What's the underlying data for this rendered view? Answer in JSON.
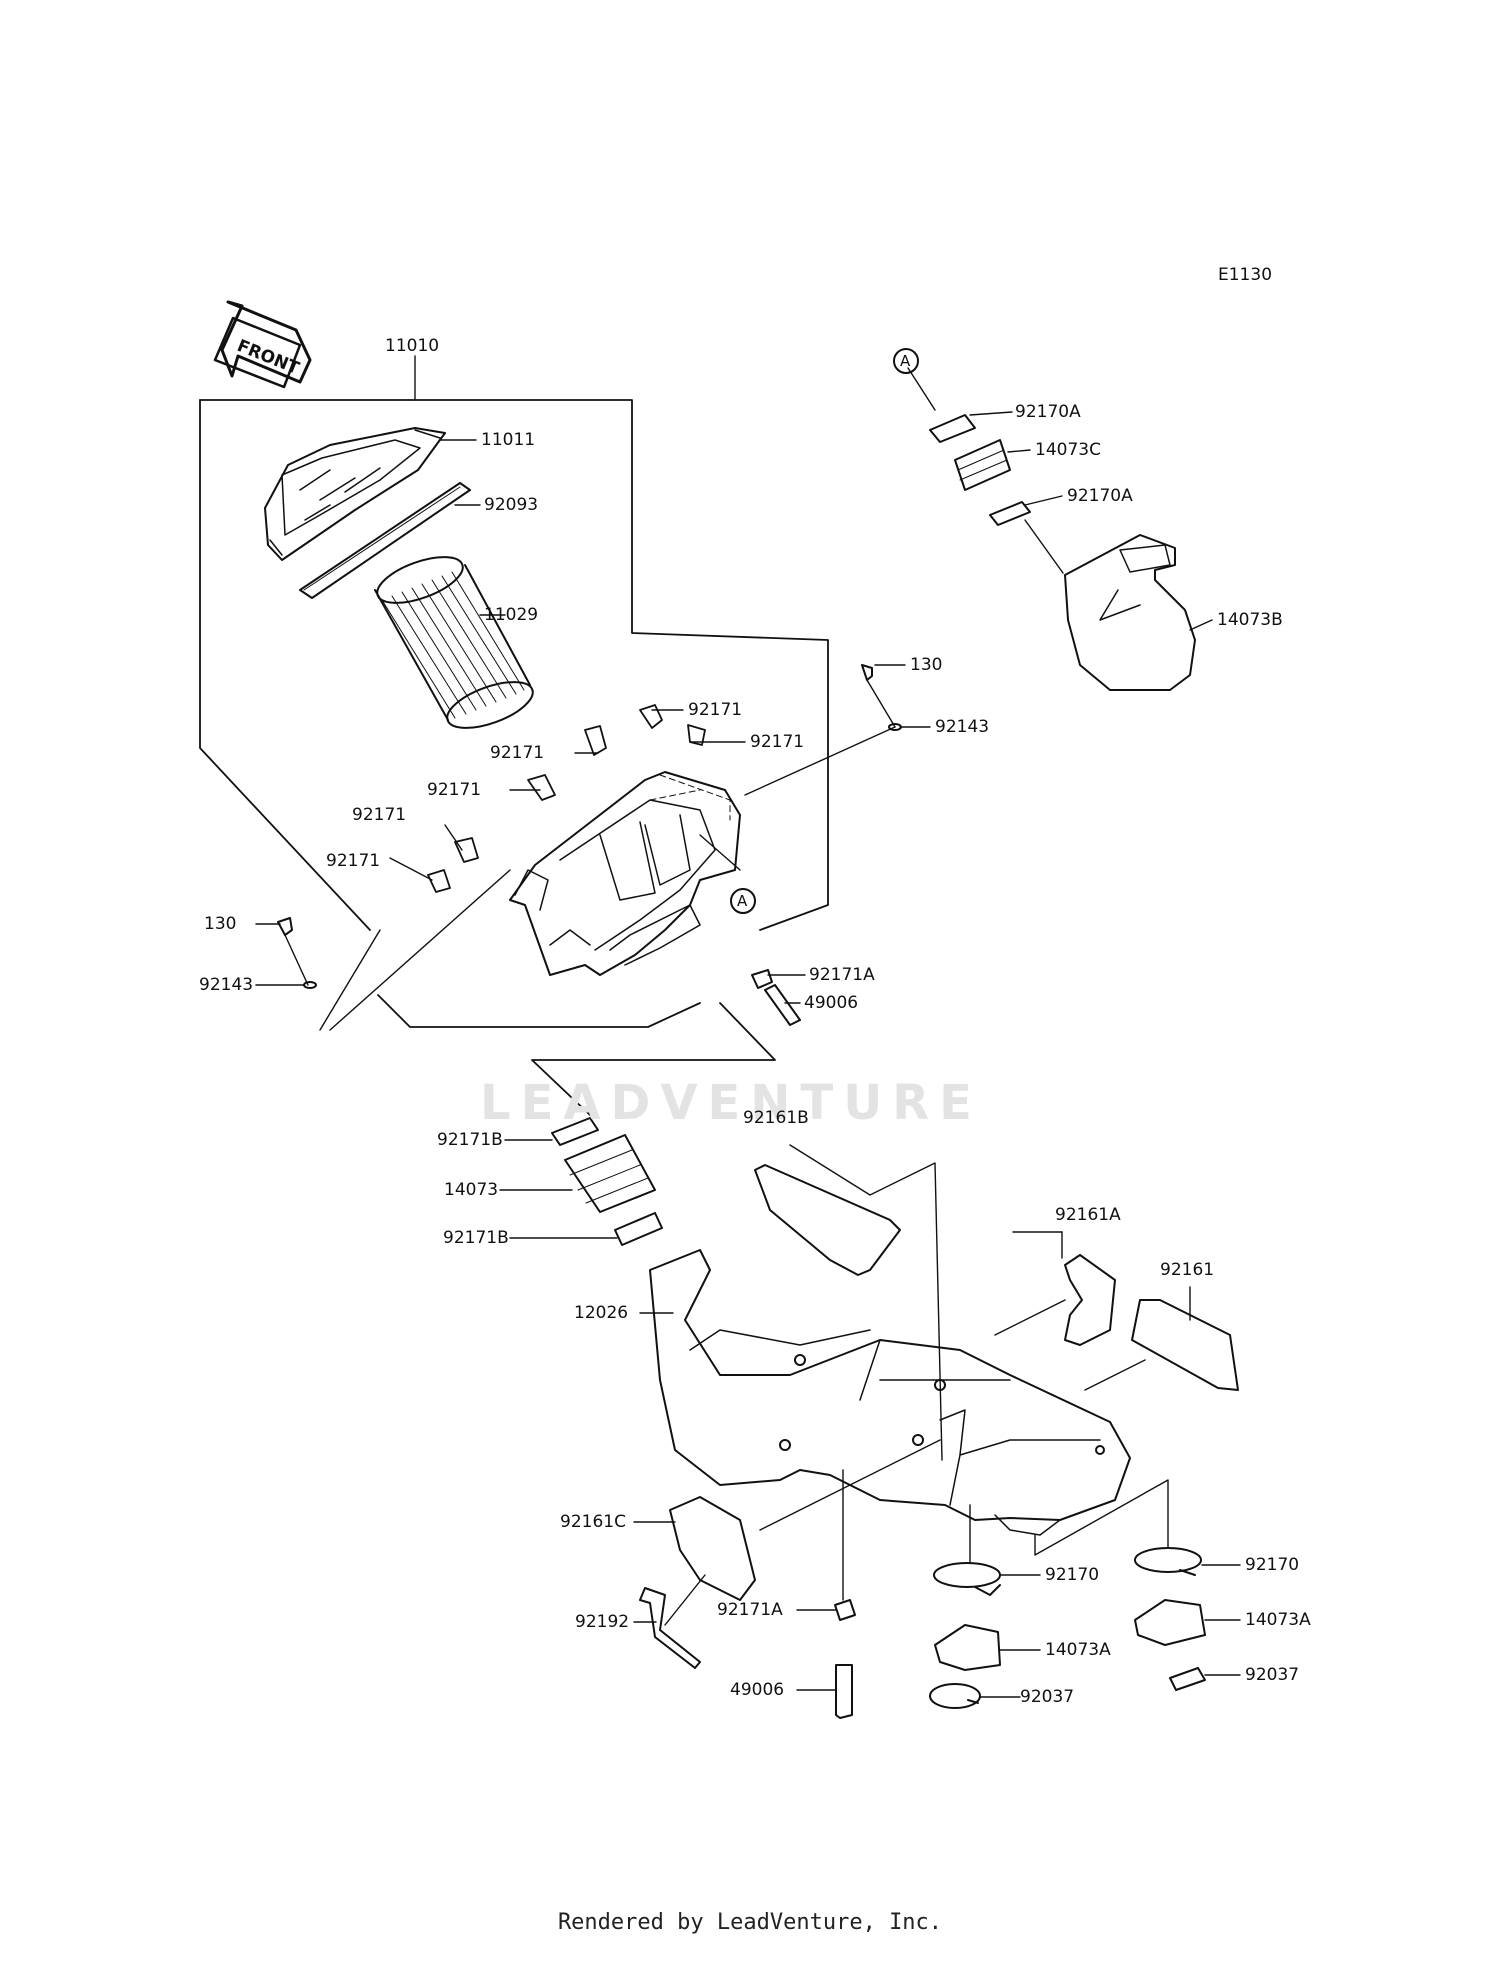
{
  "diagram_code": "E1130",
  "front_arrow": "FRONT",
  "watermark": "LEADVENTURE",
  "footer": "Rendered by LeadVenture, Inc.",
  "circle_marker": "A",
  "labels": {
    "p11010": "11010",
    "p11011": "11011",
    "p92093": "92093",
    "p11029": "11029",
    "p92171_1": "92171",
    "p92171_2": "92171",
    "p92171_3": "92171",
    "p92171_4": "92171",
    "p92171_5": "92171",
    "p92171_6": "92171",
    "p130_top": "130",
    "p92143_top": "92143",
    "p130_left": "130",
    "p92143_left": "92143",
    "p92171A_top": "92171A",
    "p49006_top": "49006",
    "p92170A_1": "92170A",
    "p14073C": "14073C",
    "p92170A_2": "92170A",
    "p14073B": "14073B",
    "p92171B_1": "92171B",
    "p14073": "14073",
    "p92171B_2": "92171B",
    "p12026": "12026",
    "p92161B": "92161B",
    "p92161A": "92161A",
    "p92161": "92161",
    "p92161C": "92161C",
    "p92192": "92192",
    "p92171A_bot": "92171A",
    "p49006_bot": "49006",
    "p92170_1": "92170",
    "p14073A_1": "14073A",
    "p92037_1": "92037",
    "p92170_2": "92170",
    "p14073A_2": "14073A",
    "p92037_2": "92037"
  }
}
